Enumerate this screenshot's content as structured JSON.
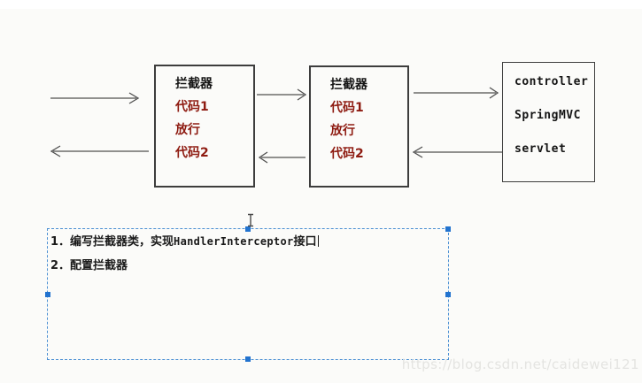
{
  "boxes": {
    "interceptor1": {
      "title": "拦截器",
      "code1": "代码1",
      "pass": "放行",
      "code2": "代码2"
    },
    "interceptor2": {
      "title": "拦截器",
      "code1": "代码1",
      "pass": "放行",
      "code2": "代码2"
    },
    "server": {
      "row1": "controller",
      "row2": "SpringMVC",
      "row3": "servlet"
    }
  },
  "notes": {
    "line1_prefix": "1．编写拦截器类，实现",
    "line1_code": "HandlerInterceptor",
    "line1_suffix": "接口",
    "line2": "2．配置拦截器"
  },
  "watermark": "https://blog.csdn.net/caidewei121",
  "colors": {
    "code_red": "#8e1b11",
    "box_border": "#3d3d3d",
    "selection_blue": "#4a8fd3",
    "handle_blue": "#2273cf",
    "watermark_gray": "#e4e4e1"
  }
}
